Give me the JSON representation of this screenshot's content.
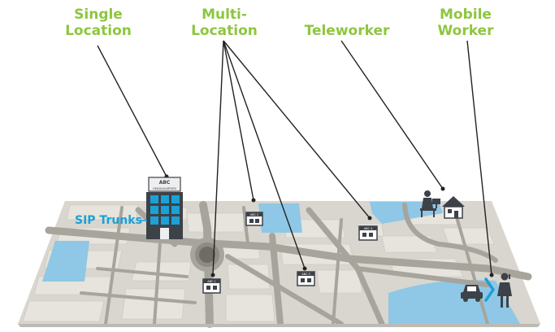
{
  "labels": {
    "single_location": "Single\nLocation",
    "multi_location": "Multi-\nLocation",
    "teleworker": "Teleworker",
    "mobile_worker": "Mobile\nWorker",
    "sip_trunks": "SIP Trunks"
  },
  "hq_sign": {
    "line1": "ABC",
    "line2": "HEADQUARTERS"
  },
  "branches": [
    {
      "sign": "ABC 2"
    },
    {
      "sign": "ABC 1"
    },
    {
      "sign": "ABC 3"
    },
    {
      "sign": "ABC 4"
    }
  ],
  "colors": {
    "label_green": "#8dc63f",
    "sip_blue": "#1ba1d6",
    "map_base": "#d8d6cf",
    "map_block": "#e6e4dd",
    "road": "#a7a49c",
    "water": "#8fc7e6",
    "icon_dark": "#3d4148"
  },
  "icons": [
    "headquarters-building-icon",
    "branch-office-icon",
    "home-office-icon",
    "house-icon",
    "car-icon",
    "person-icon",
    "signal-arrow-icon"
  ]
}
